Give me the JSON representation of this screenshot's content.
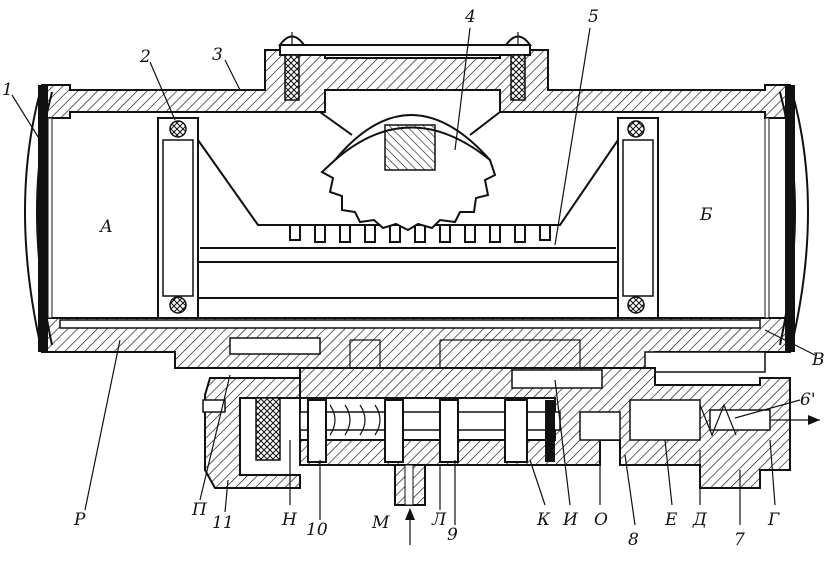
{
  "labels": {
    "n1": "1",
    "n2": "2",
    "n3": "3",
    "n4": "4",
    "n5": "5",
    "chamberA": "А",
    "chamberB": "Б",
    "portV": "В",
    "n6": "6'",
    "P": "Р",
    "Pi": "П",
    "n11": "11",
    "N": "Н",
    "n10": "10",
    "M": "М",
    "L": "Л",
    "n9": "9",
    "K": "К",
    "I": "И",
    "O": "О",
    "n8": "8",
    "E": "Е",
    "D": "Д",
    "n7": "7",
    "G": "Г"
  }
}
